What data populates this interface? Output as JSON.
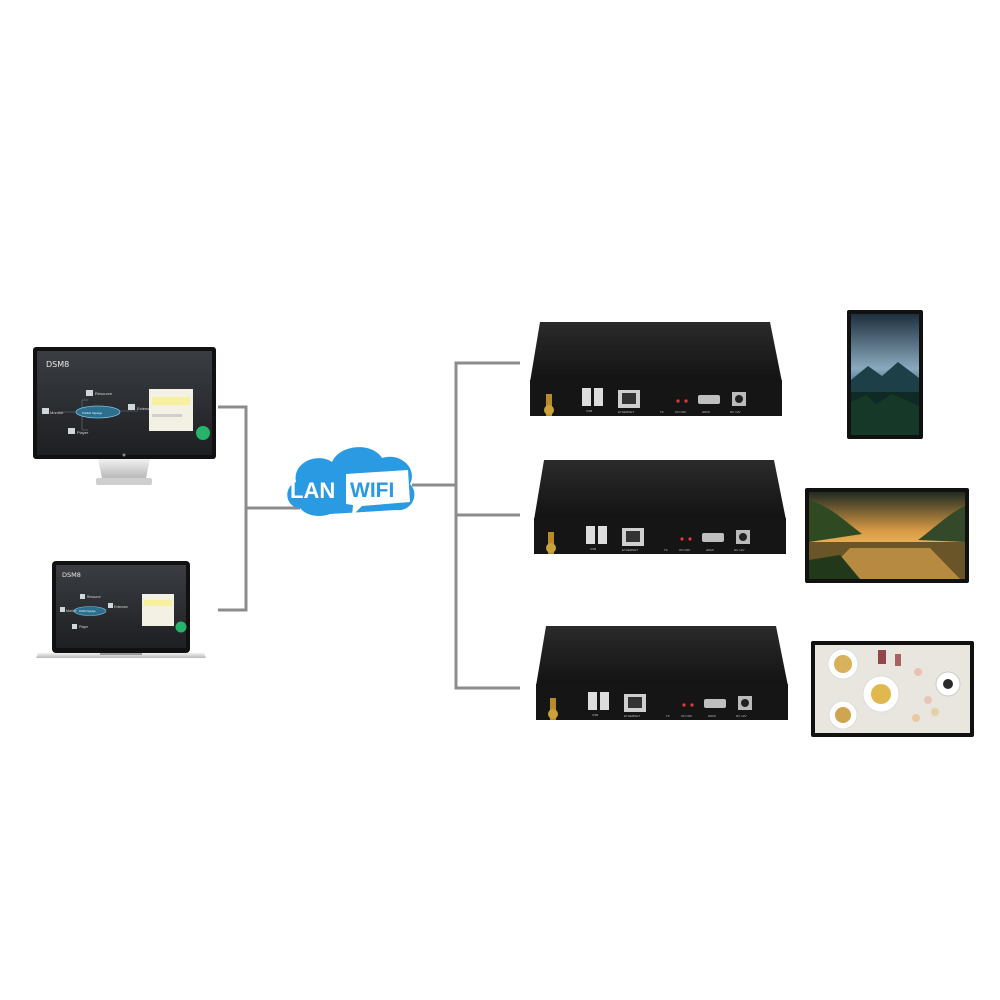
{
  "network": {
    "lan_label": "LAN",
    "wifi_label": "WIFI"
  },
  "software": {
    "app_name": "DSM8",
    "nodes": [
      "Resource",
      "Monitor",
      "Publish Signage",
      "Extension",
      "Player"
    ]
  },
  "player_box": {
    "port_labels": [
      "USB",
      "ETHERNET",
      "TF",
      "ON OFF",
      "HDMI",
      "DC 12V"
    ]
  },
  "colors": {
    "cloud": "#2a9be3",
    "wire": "#8c8c8c",
    "device_body": "#151515",
    "monitor_bezel": "#111111"
  }
}
